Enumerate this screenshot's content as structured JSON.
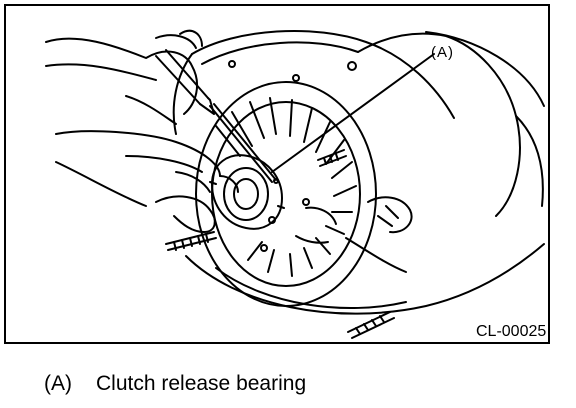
{
  "figure": {
    "callout": "(A)",
    "code": "CL-00025"
  },
  "caption": {
    "key": "(A)",
    "text": "Clutch release bearing"
  }
}
